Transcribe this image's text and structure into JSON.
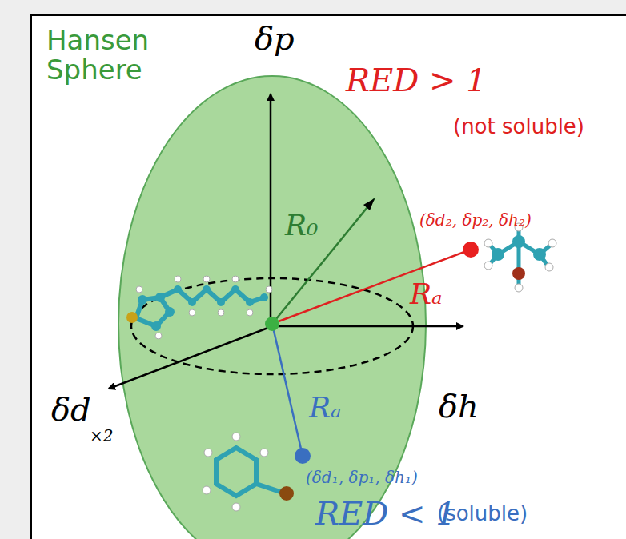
{
  "diagram": {
    "labels": [
      "Hansen Sphere",
      "δp",
      "RED > 1",
      "(not soluble)",
      "(δd₂, δp₂, δh₂)",
      "R₀",
      "Rₐ",
      "δh",
      "δd",
      "×2",
      "Rₐ",
      "(δd₁, δp₁, δh₁)",
      "RED < 1",
      "(soluble)"
    ]
  }
}
